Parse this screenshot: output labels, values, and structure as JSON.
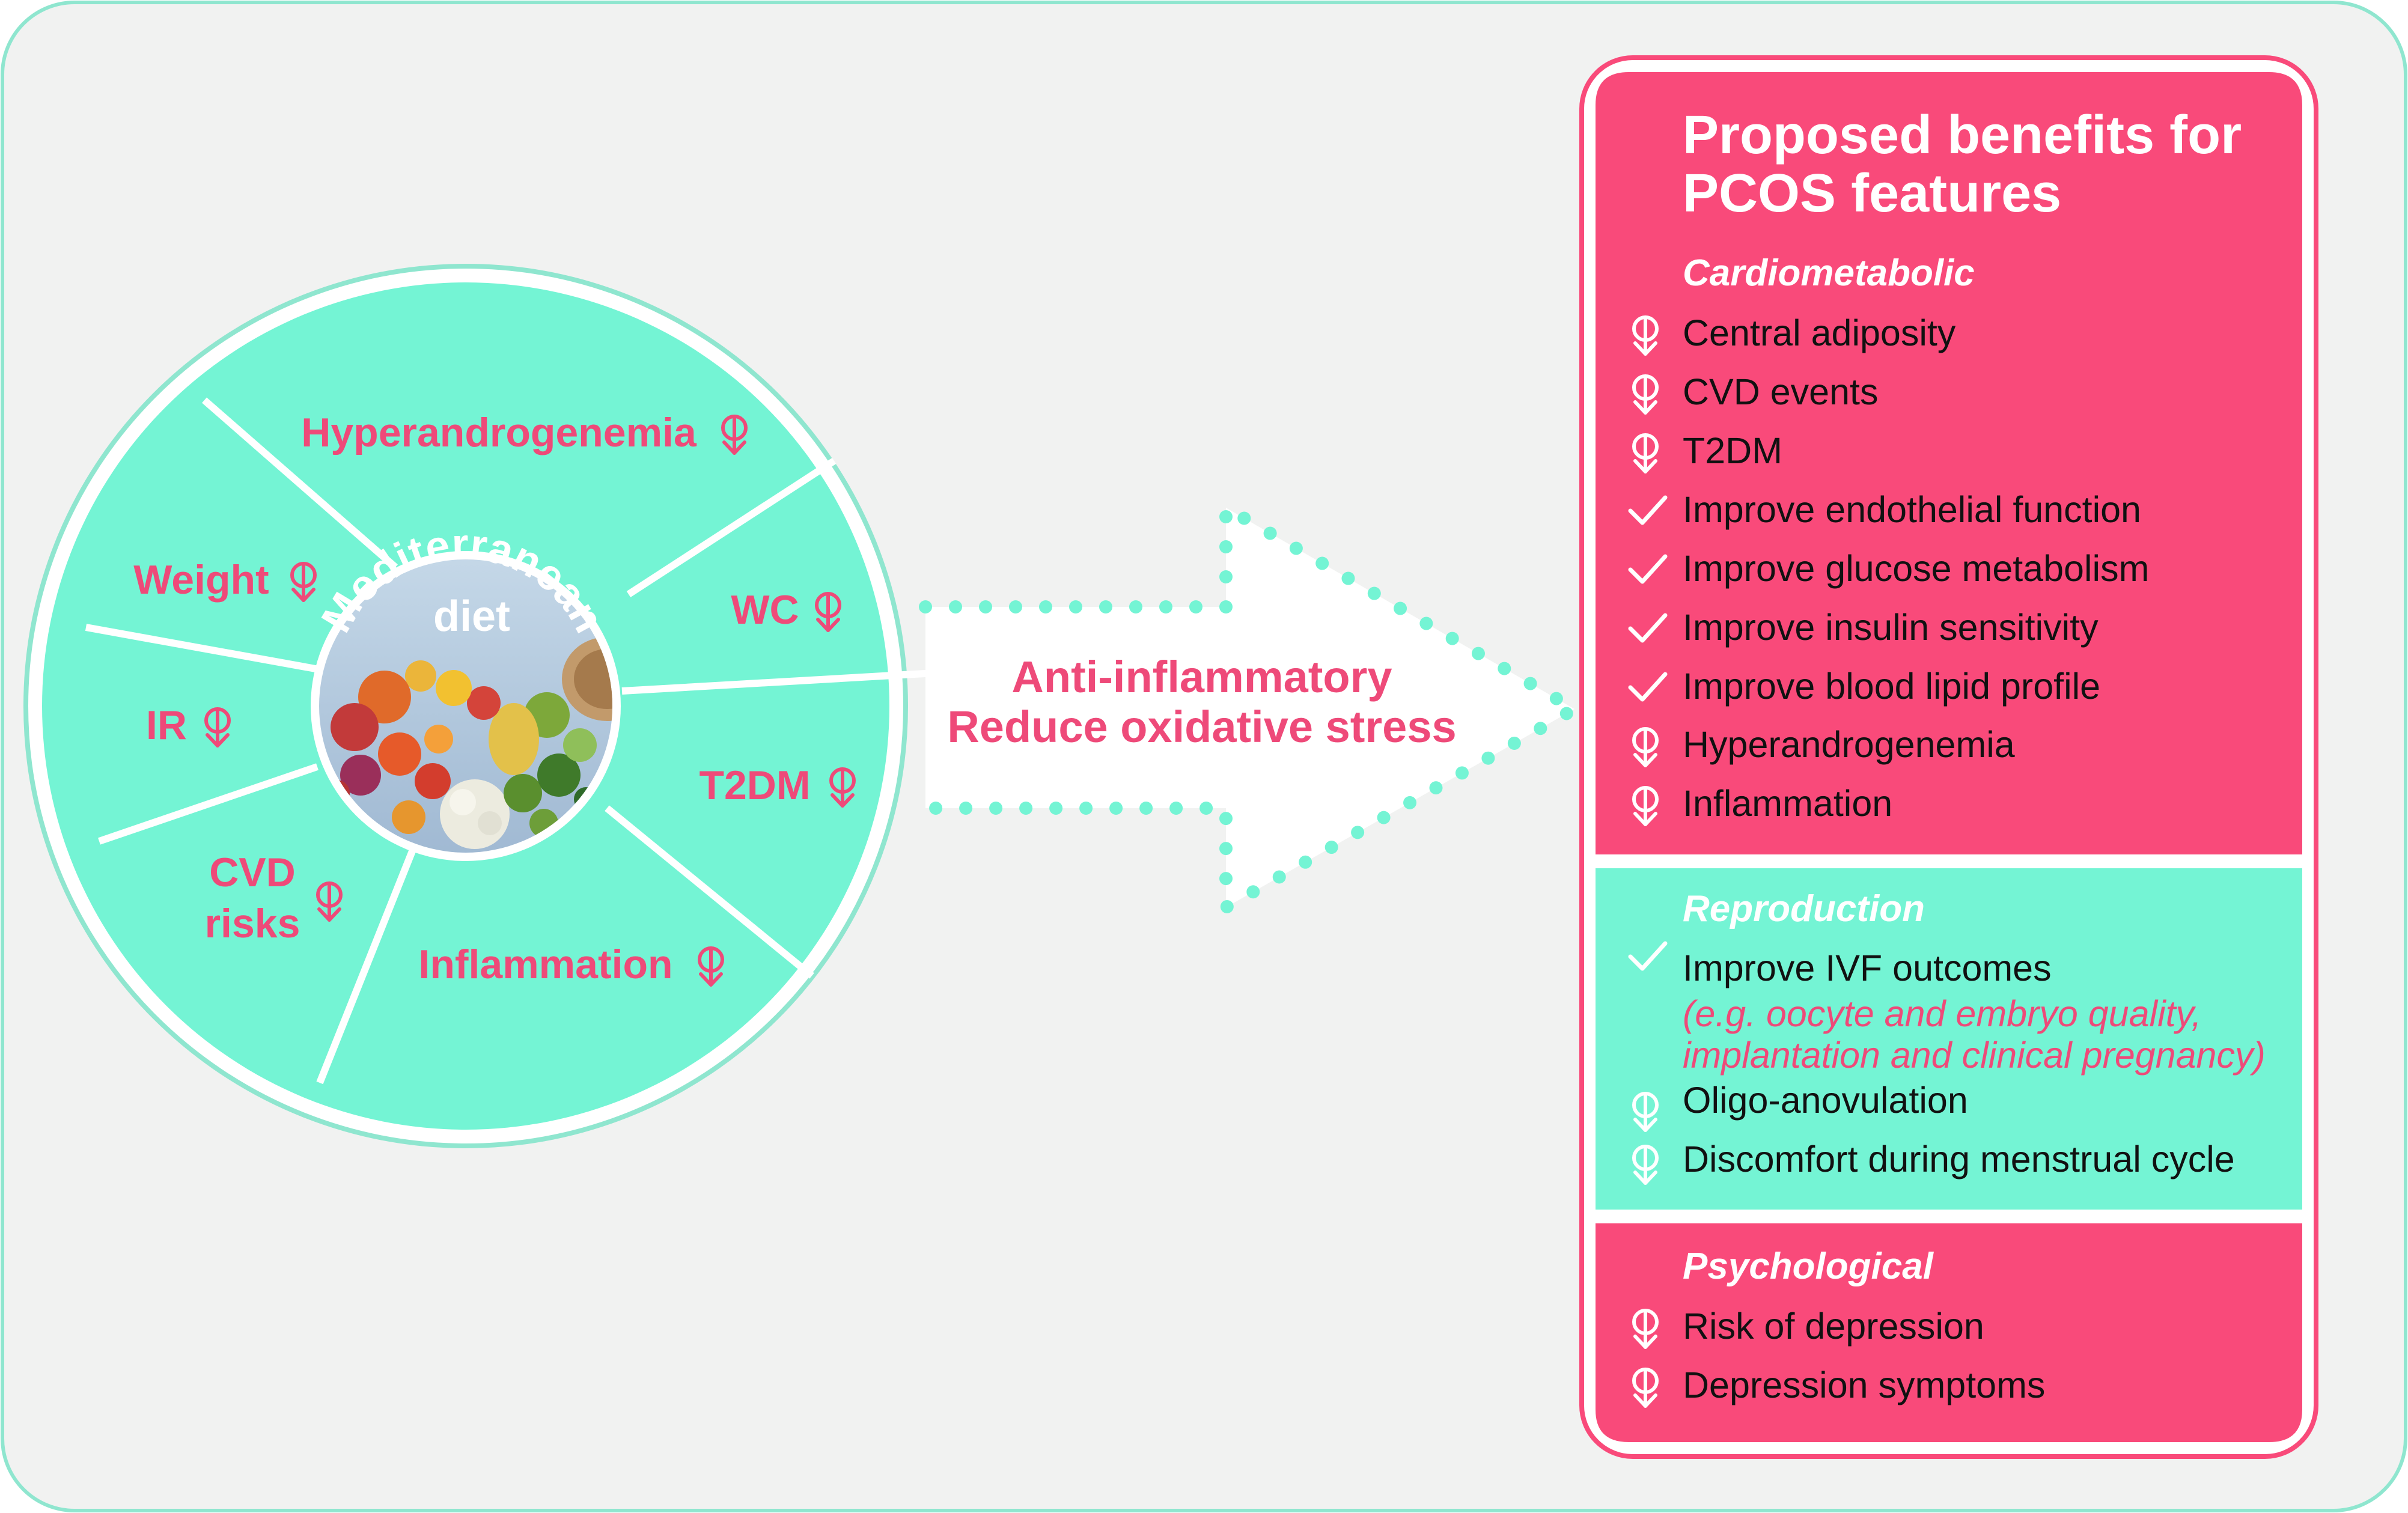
{
  "colors": {
    "background": "#f1f2f1",
    "frame": "#8fe6cf",
    "mint": "#74f4d4",
    "pink": "#f94a7a",
    "pink_text": "#ee4a79",
    "white": "#ffffff",
    "text": "#111111"
  },
  "wheel": {
    "center_label_line1": "Mediterranean",
    "center_label_line2": "diet",
    "segments": [
      {
        "label": "Hyperandrogenemia",
        "icon": "decrease-icon"
      },
      {
        "label": "WC",
        "icon": "decrease-icon"
      },
      {
        "label": "T2DM",
        "icon": "decrease-icon"
      },
      {
        "label": "Inflammation",
        "icon": "decrease-icon"
      },
      {
        "label_line1": "CVD",
        "label_line2": "risks",
        "icon": "decrease-icon"
      },
      {
        "label": "IR",
        "icon": "decrease-icon"
      },
      {
        "label": "Weight",
        "icon": "decrease-icon"
      }
    ]
  },
  "arrow": {
    "line1": "Anti-inflammatory",
    "line2": "Reduce oxidative stress"
  },
  "panel": {
    "title_line1": "Proposed benefits for",
    "title_line2": "PCOS features",
    "cardiometabolic": {
      "title": "Cardiometabolic",
      "items": [
        {
          "text": "Central adiposity",
          "icon": "decrease-icon"
        },
        {
          "text": "CVD events",
          "icon": "decrease-icon"
        },
        {
          "text": "T2DM",
          "icon": "decrease-icon"
        },
        {
          "text": "Improve endothelial function",
          "icon": "check-icon"
        },
        {
          "text": "Improve glucose metabolism",
          "icon": "check-icon"
        },
        {
          "text": "Improve insulin sensitivity",
          "icon": "check-icon"
        },
        {
          "text": "Improve blood lipid profile",
          "icon": "check-icon"
        },
        {
          "text": "Hyperandrogenemia",
          "icon": "decrease-icon"
        },
        {
          "text": "Inflammation",
          "icon": "decrease-icon"
        }
      ]
    },
    "reproduction": {
      "title": "Reproduction",
      "item1": {
        "text": "Improve IVF outcomes",
        "icon": "check-icon"
      },
      "note_line1": "(e.g. oocyte and embryo quality,",
      "note_line2": "implantation and clinical pregnancy)",
      "item2": {
        "text": "Oligo-anovulation",
        "icon": "decrease-icon"
      },
      "item3": {
        "text": "Discomfort during menstrual cycle",
        "icon": "decrease-icon"
      }
    },
    "psychological": {
      "title": "Psychological",
      "items": [
        {
          "text": "Risk of depression",
          "icon": "decrease-icon"
        },
        {
          "text": "Depression symptoms",
          "icon": "decrease-icon"
        }
      ]
    }
  }
}
